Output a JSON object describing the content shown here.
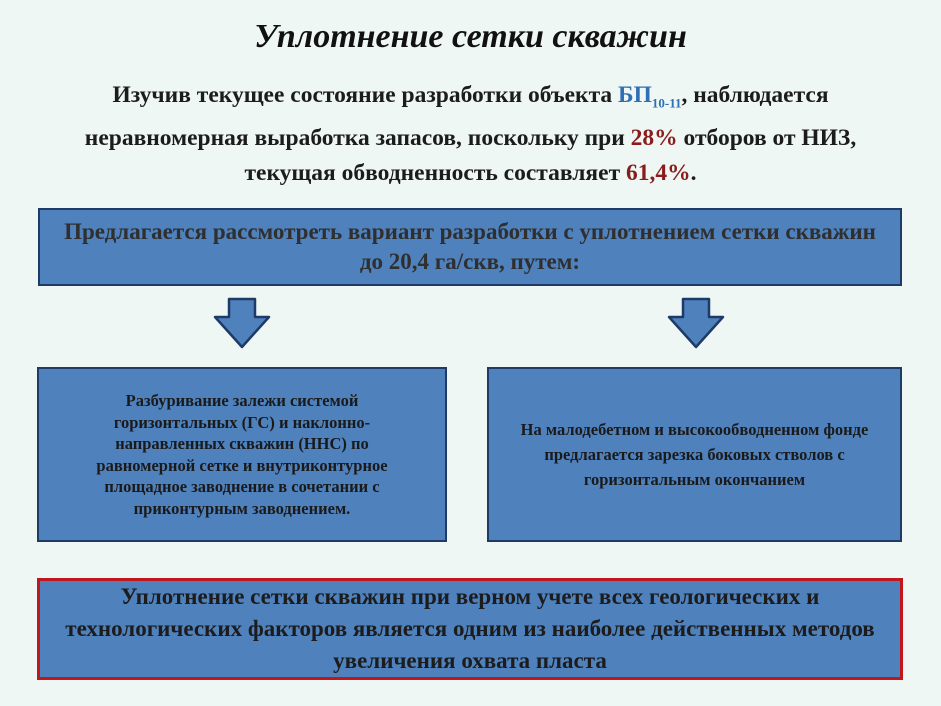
{
  "title": "Уплотнение сетки скважин",
  "intro": {
    "part1": "Изучив текущее состояние разработки объекта ",
    "object": "БП",
    "object_sub": "10-11",
    "part2": ", наблюдается неравномерная выработка запасов, поскольку при ",
    "value1": "28%",
    "part3": " отборов от НИЗ, текущая обводненность составляет ",
    "value2": "61,4%",
    "part4": "."
  },
  "proposal": "Предлагается рассмотреть вариант разработки с уплотнением сетки скважин до 20,4 га/скв, путем:",
  "left_option": "Разбуривание залежи системой горизонтальных (ГС) и наклонно-направленных скважин (ННС) по равномерной сетке и внутриконтурное площадное заводнение в сочетании с приконтурным заводнением.",
  "right_option": "На малодебетном и высокообводненном фонде предлагается зарезка боковых стволов с горизонтальным окончанием",
  "conclusion": "Уплотнение сетки скважин при верном учете всех геологических и технологических факторов является одним из наиболее действенных методов увеличения охвата пласта",
  "colors": {
    "background": "#eef7f4",
    "box_fill": "#4f81bd",
    "box_border": "#1e3a66",
    "highlight_blue": "#2f6fb4",
    "highlight_red": "#8a1c1c",
    "conclusion_border": "#c0161c"
  }
}
